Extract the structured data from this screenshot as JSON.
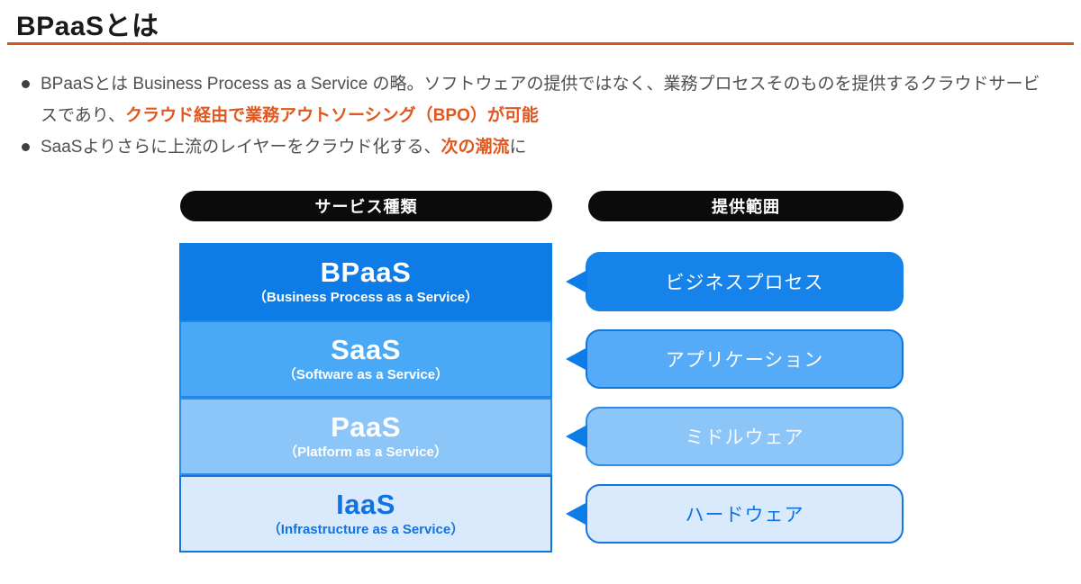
{
  "page": {
    "title": "BPaaSとは",
    "accent_color": "#e2571d",
    "rule_color": "#d9541d"
  },
  "bullets": [
    {
      "segments": [
        {
          "text": "BPaaSとは Business Process as a Service の略。ソフトウェアの提供ではなく、業務プロセスそのものを提供するクラウドサービスであり、",
          "style": "normal"
        },
        {
          "text": "クラウド経由で業務アウトソーシング（BPO）が可能",
          "style": "accent"
        }
      ]
    },
    {
      "segments": [
        {
          "text": "SaaSよりさらに上流のレイヤーをクラウド化する、",
          "style": "normal"
        },
        {
          "text": "次の潮流",
          "style": "accent"
        },
        {
          "text": "に",
          "style": "normal"
        }
      ]
    }
  ],
  "diagram": {
    "column_headers": [
      {
        "label": "サービス種類",
        "bg": "#0b0b0b",
        "text": "#ffffff"
      },
      {
        "label": "提供範囲",
        "bg": "#0b0b0b",
        "text": "#ffffff"
      }
    ],
    "layers": [
      {
        "name": "BPaaS",
        "subtitle": "（Business Process as a Service）",
        "bg": "#0d7ce6",
        "border": "#0d7ce6",
        "text": "#ffffff"
      },
      {
        "name": "SaaS",
        "subtitle": "（Software as a Service）",
        "bg": "#4aa9f7",
        "border": "#1e87e9",
        "text": "#ffffff"
      },
      {
        "name": "PaaS",
        "subtitle": "（Platform as a Service）",
        "bg": "#8cc5f8",
        "border": "#2e8de2",
        "text": "#ffffff"
      },
      {
        "name": "IaaS",
        "subtitle": "（Infrastructure as a Service）",
        "bg": "#d9eafc",
        "border": "#1574e2",
        "text": "#1172e4"
      }
    ],
    "scopes": [
      {
        "label": "ビジネスプロセス",
        "bg": "#1683ea",
        "border": "#1683ea",
        "text": "#ffffff",
        "tail": "#0d7ce8"
      },
      {
        "label": "アプリケーション",
        "bg": "#55abf7",
        "border": "#1377e0",
        "text": "#ffffff",
        "tail": "#0d7ce8"
      },
      {
        "label": "ミドルウェア",
        "bg": "#8cc5f8",
        "border": "#2e8de2",
        "text": "#f4faff",
        "tail": "#0d7ce8"
      },
      {
        "label": "ハードウェア",
        "bg": "#d9eafc",
        "border": "#1574e2",
        "text": "#1172e4",
        "tail": "#0d7ce8"
      }
    ]
  }
}
